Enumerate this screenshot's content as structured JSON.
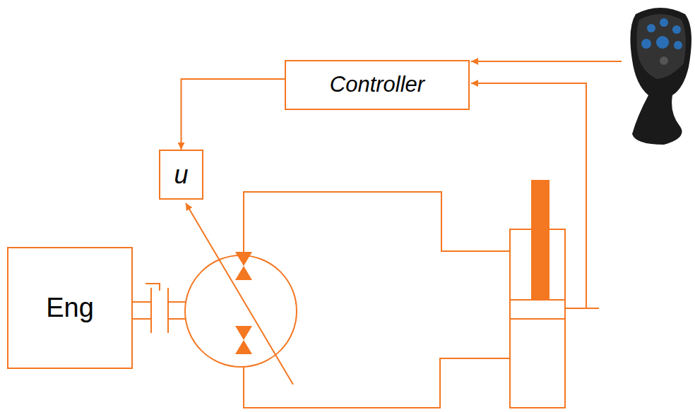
{
  "diagram": {
    "nodes": [
      {
        "text": [
          "Controller"
        ]
      },
      {
        "text": [
          "u"
        ]
      },
      {
        "text": [
          "Eng"
        ]
      }
    ],
    "edges": [
      {
        "from": 0,
        "to": 1,
        "arrow": "to"
      }
    ]
  }
}
